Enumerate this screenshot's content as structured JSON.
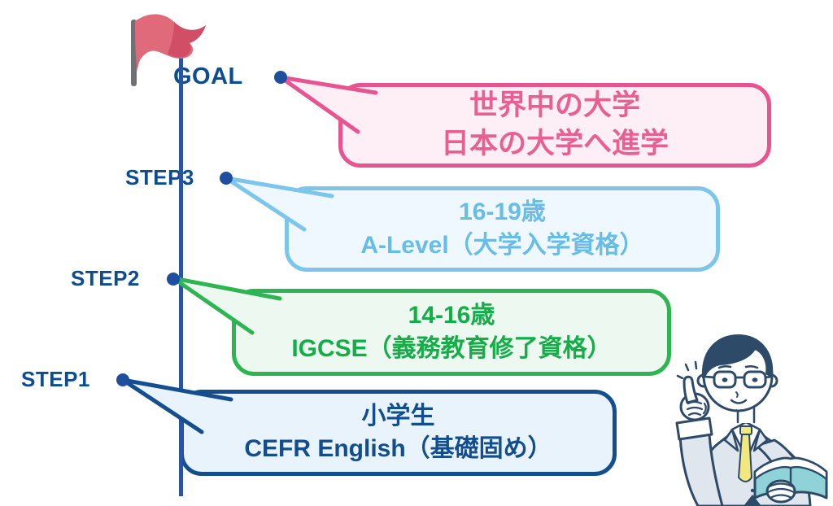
{
  "milestones": [
    {
      "id": "goal",
      "label": "GOAL",
      "bubble": {
        "line1": "世界中の大学",
        "line2": "日本の大学へ進学"
      }
    },
    {
      "id": "step3",
      "label": "STEP3",
      "bubble": {
        "line1": "16-19歳",
        "line2": "A-Level（大学入学資格）"
      }
    },
    {
      "id": "step2",
      "label": "STEP2",
      "bubble": {
        "line1": "14-16歳",
        "line2": "IGCSE（義務教育修了資格）"
      }
    },
    {
      "id": "step1",
      "label": "STEP1",
      "bubble": {
        "line1": "小学生",
        "line2": "CEFR English（基礎固め）"
      }
    }
  ],
  "icons": {
    "flag": "goal-flag-icon",
    "character": "teacher-pointing-illustration",
    "book": "open-book-icon",
    "hand": "pointing-finger-icon"
  },
  "colors": {
    "timeline": "#2a53a3",
    "dot": "#1e4f9f",
    "label_text": "#0d4c91",
    "goal_pink_border": "#e7548f",
    "goal_pink_bg": "#fdeff5",
    "step3_blue_border": "#7cc6ec",
    "step3_blue_bg": "#eef8fe",
    "step2_green_border": "#2db552",
    "step2_green_bg": "#edf9f0",
    "step1_navy_border": "#134f8f",
    "step1_navy_bg": "#e9f3fb",
    "flag_red": "#e0697a",
    "flag_red_dark": "#d04e66",
    "character_outline": "#2d4a68",
    "suit": "#dfe6ee",
    "tie_yellow": "#f2e87f",
    "book_teal": "#8fd2d8"
  }
}
